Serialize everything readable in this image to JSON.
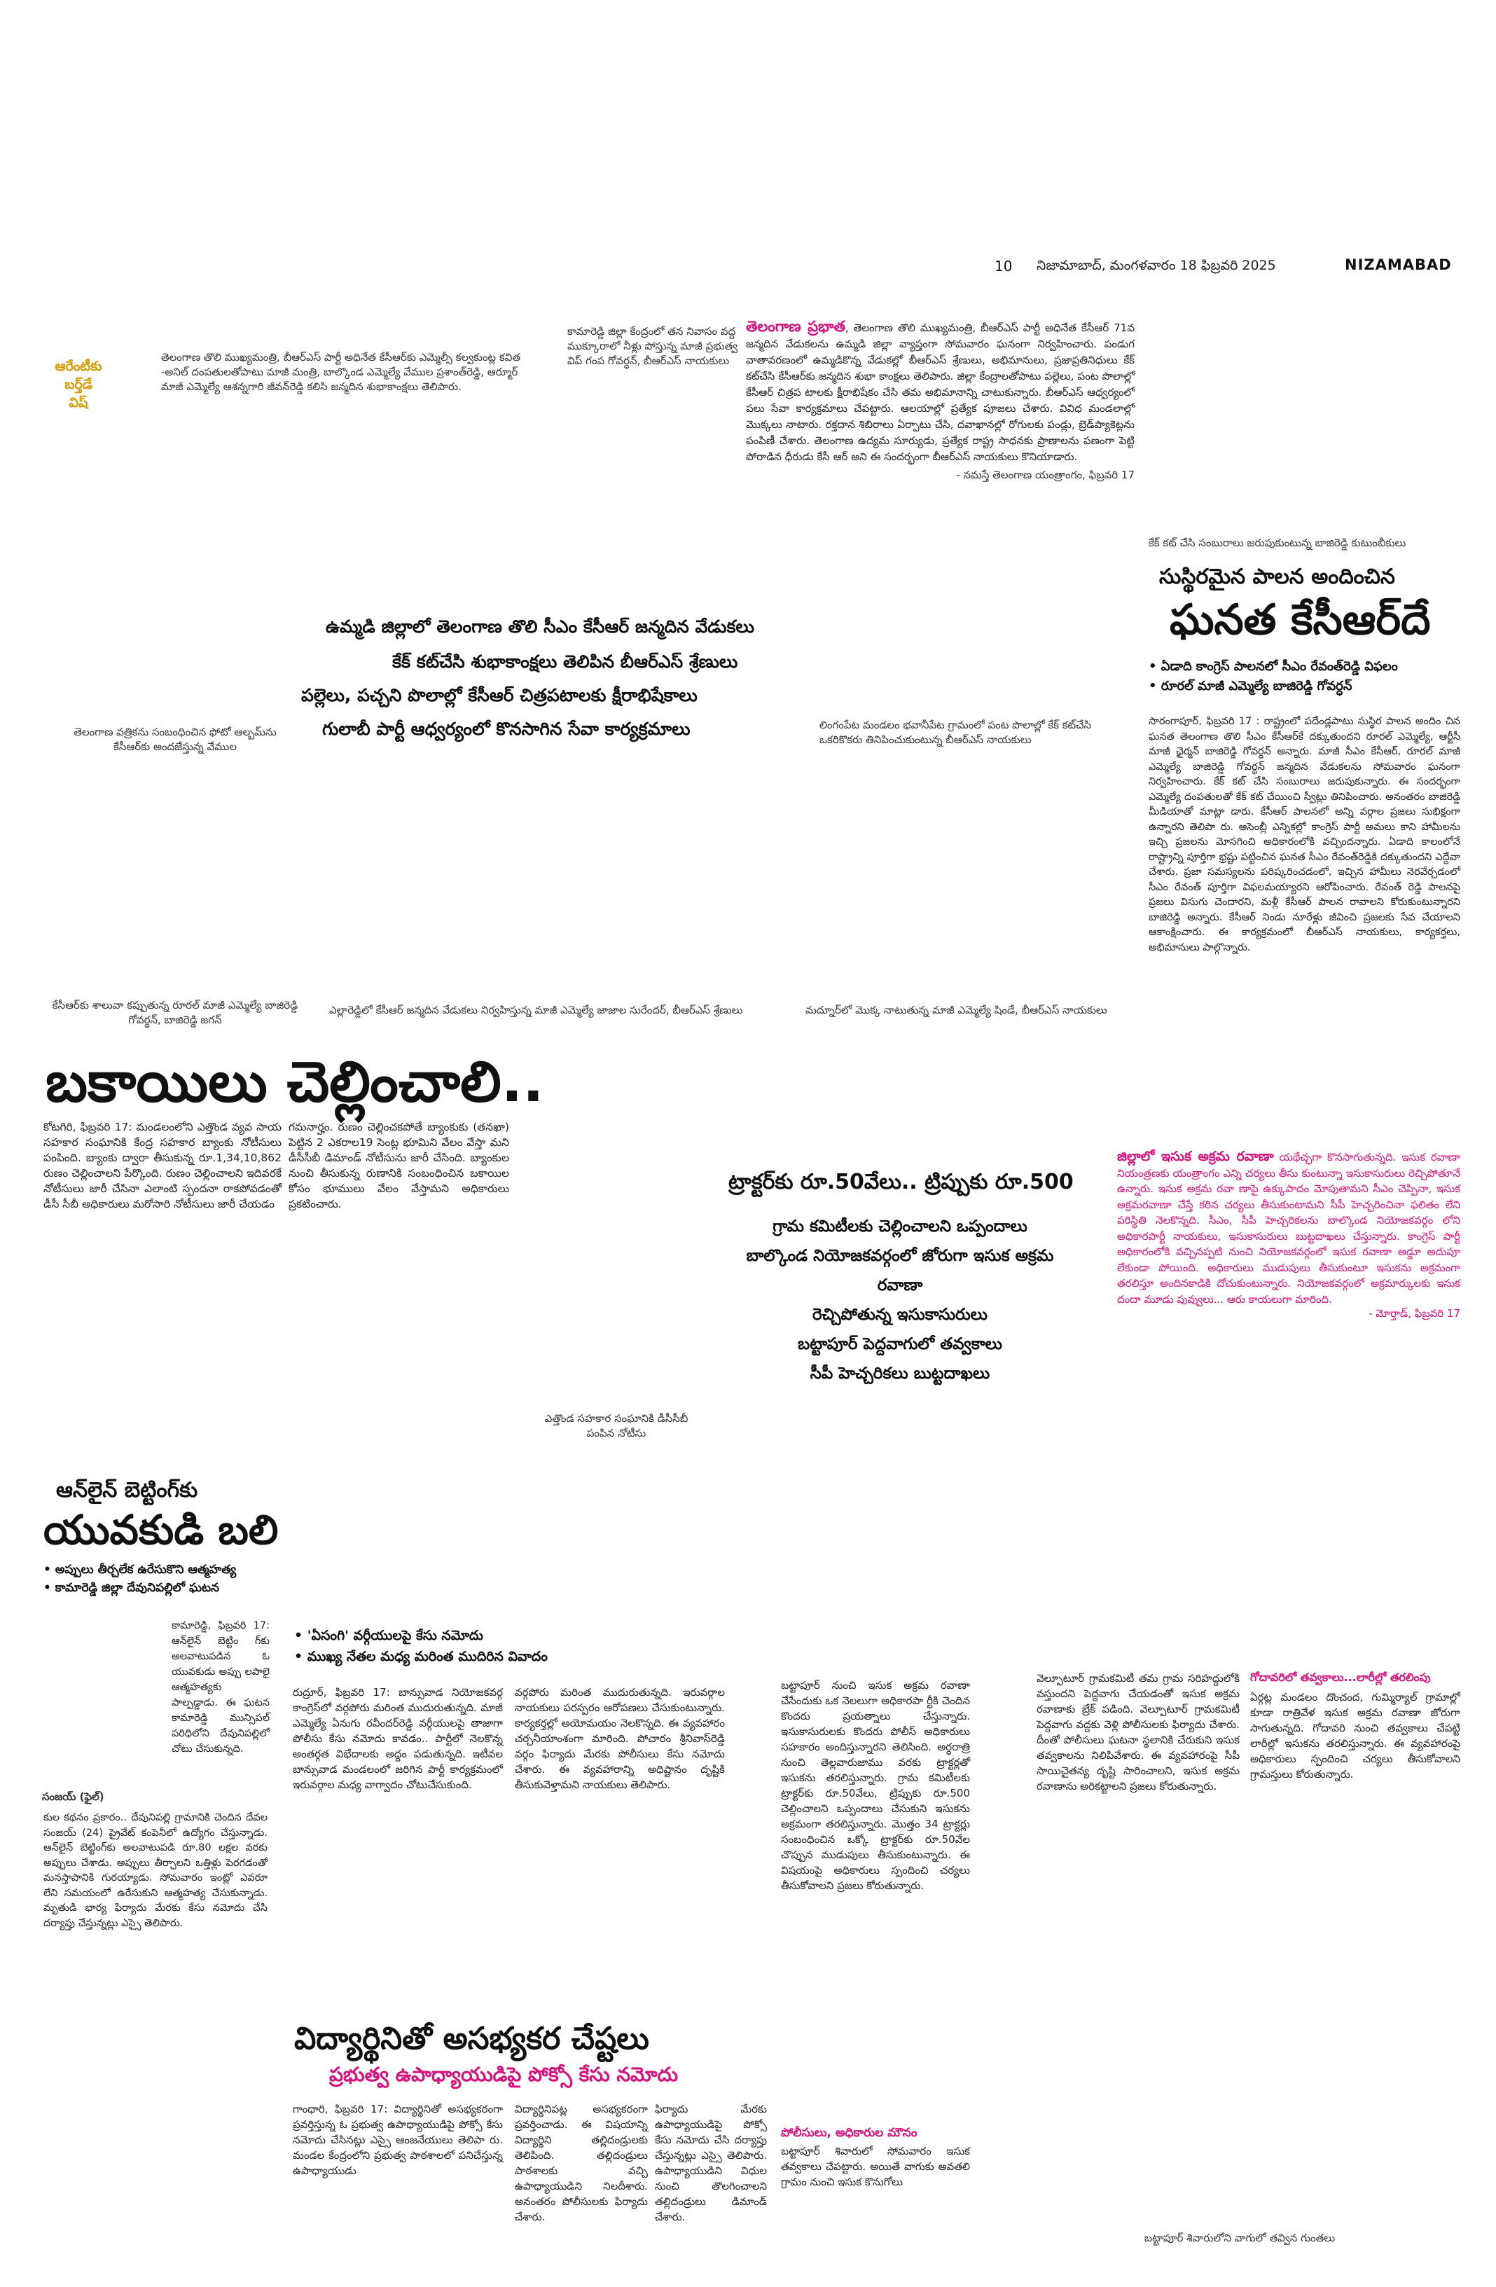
{
  "header": {
    "page_no": "10",
    "dateline": "నిజామాబాద్, మంగళవారం 18 ఫిబ్రవరి 2025",
    "edition": "NIZAMABAD"
  },
  "left_logo": {
    "line1": "ఆరేంటీకు",
    "line2": "బర్త్‌డే",
    "line3": "విష్"
  },
  "top_captions": {
    "cap_left": "తెలంగాణ తొలి ముఖ్యమంత్రి, బీఆర్ఎస్ పార్టీ అధినేత కేసీఆర్‌కు ఎమ్మెల్సీ కల్వకుంట్ల కవిత -అనిల్ దంపతులతోపాటు మాజీ మంత్రి, బాల్కొండ ఎమ్మెల్యే వేముల ప్రశాంత్‌రెడ్డి, ఆర్మూర్ మాజీ ఎమ్మెల్యే ఆశన్నగారి జీవన్‌రెడ్డి కలిసి జన్మదిన శుభాకాంక్షలు తెలిపారు.",
    "cap_mid": "కామారెడ్డి జిల్లా కేంద్రంలో తన నివాసం వద్ద ముక్కూరాలో నీళ్లు పోస్తున్న మాజీ ప్రభుత్వ విప్ గంప గోవర్ధన్, బీఆర్ఎస్ నాయకులు"
  },
  "telangana_box": {
    "label": "తెలంగాణ ప్రభాత",
    "body": "తెలంగాణ తొలి ముఖ్యమంత్రి, బీఆర్ఎస్ పార్టీ అధినేత కేసీఆర్ 71వ జన్మదిన వేడుకలను ఉమ్మడి జిల్లా వ్యాప్తంగా సోమవారం ఘనంగా నిర్వహించారు. పండుగ వాతావరణంలో ఉమ్మడికొన్న వేడుకల్లో బీఆర్ఎస్ శ్రేణులు, అభిమానులు, ప్రజాప్రతినిధులు కేక్ కట్‌చేసి కేసీఆర్‌కు జన్మదిన శుభా కాంక్షలు తెలిపారు. జిల్లా కేంద్రాలతోపాటు పల్లెలు, పంట పొలాల్లో కేసీఆర్ చిత్రప టాలకు క్షీరాభిషేకం చేసి తమ అభిమానాన్ని చాటుకున్నారు. బీఆర్ఎస్ ఆధ్వర్యంలో పలు సేవా కార్యక్రమాలు చేపట్టారు. ఆలయాల్లో ప్రత్యేక పూజలు చేశారు. వివిధ మండలాల్లో మొక్కలు నాటారు. రక్తదాన శిబిరాలు ఏర్పాటు చేసి, దవాఖానల్లో రోగులకు పండ్లు, బ్రెడ్‌ప్యాకెట్లను పంపిణీ చేశారు. తెలంగాణ ఉద్యమ సూర్యుడు, ప్రత్యేక రాష్ట్ర సాధనకు ప్రాణాలను పణంగా పెట్టి పోరాడిన ధీరుడు కేసీ ఆర్ అని ఈ సందర్భంగా బీఆర్ఎస్ నాయకులు కొనియాడారు.",
    "credit": "- నమస్తే తెలంగాణ యంత్రాంగం, ఫిబ్రవరి 17"
  },
  "birthday_headlines": {
    "kicker": "ఉమ్మడి జిల్లాలో తెలంగాణ తొలి సీఎం కేసీఆర్ జన్మదిన వేడుకలు",
    "line1": "కేక్ కట్‌చేసి శుభాకాంక్షలు తెలిపిన బీఆర్ఎస్ శ్రేణులు",
    "line2": "పల్లెలు, పచ్చని పొలాల్లో కేసీఆర్ చిత్రపటాలకు క్షీరాభిషేకాలు",
    "line3": "గులాబీ పార్టీ ఆధ్వర్యంలో కొనసాగిన సేవా కార్యక్రమాలు"
  },
  "photo_captions": {
    "c1": "తెలంగాణ వత్రికను సంబంధించిన ఫోటో ఆల్బమ్‌ను కేసీఆర్‌కు అందజేస్తున్న వేముల",
    "c2": "లింగంపేట మండలం భవానీపేట గ్రామంలో పంట పొలాల్లో కేక్ కట్‌చేసి ఒకరికొకరు తినిపించుకుంటున్న బీఆర్ఎస్ నాయకులు",
    "c3": "కేసీఆర్‌కు శాలువా కప్పుతున్న రూరల్ మాజీ ఎమ్మెల్యే బాజిరెడ్డి గోవర్ధన్, బాజిరెడ్డి జగన్",
    "c4": "ఎల్లారెడ్డిలో కేసీఆర్ జన్మదిన వేడుకలు నిర్వహిస్తున్న మాజీ ఎమ్మెల్యే జాజాల సురేందర్, బీఆర్ఎస్ శ్రేణులు",
    "c5": "మద్నూర్‌లో మొక్క నాటుతున్న మాజీ ఎమ్మెల్యే షిండే, బీఆర్ఎస్ నాయకులు"
  },
  "kcr_story": {
    "cap": "కేక్ కట్ చేసి సంబురాలు జరుపుకుంటున్న బాజిరెడ్డి కుటుంబీకులు",
    "kicker": "సుస్థిరమైన పాలన అందించిన",
    "headline": "ఘనత కేసీఆర్‌దే",
    "bullets": [
      "ఏడాది కాంగ్రెస్ పాలనలో సీఎం రేవంత్‌రెడ్డి విఫలం",
      "రూరల్ మాజీ ఎమ్మెల్యే బాజిరెడ్డి గోవర్ధన్"
    ],
    "body": "సారంగాపూర్, ఫిబ్రవరి 17 : రాష్ట్రంలో పదేండ్లపాటు సుస్థిర పాలన అందిం చిన ఘనత తెలంగాణ తొలి సీఎం కేసీఆర్‌కే దక్కుతుందని రూరల్ ఎమ్మెల్యే, ఆర్టీసీ మాజీ ఛైర్మన్ బాజిరెడ్డి గోవర్ధన్ అన్నారు. మాజీ సీఎం కేసీఆర్, రూరల్ మాజీ ఎమ్మెల్యే బాజిరెడ్డి గోవర్ధన్ జన్మదిన వేడుకలను సోమవారం ఘనంగా నిర్వహించారు. కేక్ కట్ చేసి సంబురాలు జరుపుకున్నారు. ఈ సందర్భంగా ఎమ్మెల్యే దంపతులతో కేక్ కట్ చేయించి స్వీట్లు తినిపించారు. అనంతరం బాజిరెడ్డి మీడియాతో మాట్లా డారు. కేసీఆర్ పాలనలో అన్ని వర్గాల ప్రజలు సుభిక్షంగా ఉన్నారని తెలిపా రు. అసెంబ్లీ ఎన్నికల్లో కాంగ్రెస్ పార్టీ అమలు కాని హామీలను ఇచ్చి ప్రజలను మోసగించి అధికారంలోకి వచ్చిందన్నారు. ఏడాది కాలంలోనే రాష్ట్రాన్ని పూర్తిగా భ్రష్టు పట్టించిన ఘనత సీఎం రేవంత్‌రెడ్డికి దక్కుతుందని ఎద్దేవా చేశారు. ప్రజా సమస్యలను పరిష్కరించడంలో, ఇచ్చిన హామీలు నెరవేర్చడంలో సీఎం రేవంత్ పూర్తిగా విఫలమయ్యారని ఆరోపించారు. రేవంత్ రెడ్డి పాలనపై ప్రజలు విసుగు చెందారని, మళ్లీ కేసీఆర్ పాలన రావాలని కోరుకుంటున్నారని బాజిరెడ్డి అన్నారు. కేసీఆర్ నిండు నూరేళ్లు జీవించి ప్రజలకు సేవ చేయాలని ఆకాంక్షించారు. ఈ కార్యక్రమంలో బీఆర్ఎస్ నాయకులు, కార్యకర్తలు, అభిమానులు పాల్గొన్నారు."
  },
  "bakayilu": {
    "headline": "బకాయిలు చెల్లించాలి..",
    "col1": "కోటగిరి, ఫిబ్రవరి 17: మండలంలోని ఎత్తొండ వ్యవ సాయ సహకార సంఘానికి కేంద్ర సహకార బ్యాంకు నోటీసులు పంపింది. బ్యాంకు ద్వారా తీసుకున్న రూ.1,34,10,862 రుణం చెల్లించాలని పేర్కొంది. రుణం చెల్లించాలని ఇదివరకే నోటీసులు జారీ చేసినా ఎలాంటి స్పందనా రాకపోవడంతో డీసీ సీబీ అధికారులు మరోసారి నోటీసులు జారీ చేయడం",
    "col2": "గమనార్హం. రుణం చెల్లించకపోతే బ్యాంకుకు (తనఖా) పెట్టిన 2 ఎకరాల19 సెంట్ల భూమిని వేలం వేస్తా మని డీసీసీబీ డిమాండ్ నోటీసును జారీ చేసింది. బ్యాంకుల నుంచి తీసుకున్న రుణానికి సంబంధించిన బకాయిల కోసం భూములు వేలం వేస్తామని అధికారులు ప్రకటించారు.",
    "photo_cap": "ఎత్తొండ సహకార సంఘానికి డీసీసీబీ పంపిన నోటీసు"
  },
  "sand": {
    "top": "ట్రాక్టర్‌కు రూ.50వేలు.. ట్రిప్పుకు రూ.500",
    "line1": "గ్రామ కమిటీలకు చెల్లించాలని ఒప్పందాలు",
    "line2": "బాల్కొండ నియోజకవర్గంలో జోరుగా ఇసుక అక్రమ రవాణా",
    "line3": "రెచ్చిపోతున్న ఇసుకాసురులు",
    "line4": "బట్టాపూర్ పెద్దవాగులో తవ్వకాలు",
    "line5": "సీపీ హెచ్చరికలు బుట్టదాఖలు",
    "box_label": "జిల్లాలో ఇసుక అక్రమ రవాణా",
    "box_body": "యథేచ్ఛగా కొనసాగుతున్నది. ఇసుక రవాణా నియంత్రణకు యంత్రాంగం ఎన్ని చర్యలు తీసు కుంటున్నా ఇసుకాసురులు రెచ్చిపోతూనే ఉన్నారు. ఇసుక అక్రమ రవా ణాపై ఉక్కుపాదం మోపుతామని సీఎం చెప్పినా, ఇసుక అక్రమరవాణా చేస్తే కఠిన చర్యలు తీసుకుంటామని సీపీ హెచ్చరించినా ఫలితం లేని పరిస్థితి నెలకొన్నది. సీఎం, సీపీ హెచ్చరికలను బాల్కొండ నియోజకవర్గం లోని అధికారపార్టీ నాయకులు, ఇసుకాసురులు బుట్టదాఖలు చేస్తున్నారు. కాంగ్రెస్ పార్టీ అధికారంలోకి వచ్చినప్పటి నుంచి నియోజకవర్గంలో ఇసుక రవాణా అడ్డూ అదుపూ లేకుండా పోయింది. అధికారులు ముడుపులు తీసుకుంటూ ఇసుకను అక్రమంగా తరలిస్తూ అందినకాడికి దోచుకుంటున్నారు. నియోజకవర్గంలో అక్రమార్కులకు ఇసుక దందా మూడు పువ్వులు... ఆరు కాయలుగా మారింది.",
    "box_credit": "- మోర్తాడ్, ఫిబ్రవరి 17",
    "col1": "బట్టాపూర్ నుంచి ఇసుక అక్రమ రవాణా చేసేందుకు ఒక నెలలుగా అధికారపా ర్టీకి చెందిన కొందరు ప్రయత్నాలు చేస్తున్నారు. ఇసుకాసురులకు కొందరు పోలీస్ అధికారులు సహకారం అందిస్తున్నారని తెలిసింది. అర్ధరాత్రి నుంచి తెల్లవారుజాము వరకు ట్రాక్టర్లతో ఇసుకను తరలిస్తున్నారు. గ్రామ కమిటీలకు ట్రాక్టర్‌కు రూ.50వేలు, ట్రిప్పుకు రూ.500 చెల్లించాలని ఒప్పందాలు చేసుకుని ఇసుకను అక్రమంగా తరలిస్తున్నారు. మొత్తం 34 ట్రాక్టర్లు సంబంధించిన ఒక్కో ట్రాక్టర్‌కు రూ.50వేల చొప్పున ముడుపులు తీసుకుంటున్నారు. ఈ విషయంపై అధికారులు స్పందించి చర్యలు తీసుకోవాలని ప్రజలు కోరుతున్నారు.",
    "subhead": "పోలీసులు, అధికారుల మౌనం",
    "col1b": "బట్టాపూర్ శివారులో సోమవారం ఇసుక తవ్వకాలు చేపట్టారు. అయితే వాగుకు అవతలి గ్రామం నుంచి ఇసుక కొనుగోలు",
    "col2": "వెల్పూటూర్ గ్రామకమిటీ తమ గ్రామ సరిహద్దులోకి వస్తుందని పెద్దవాగు చేయడంతో ఇసుక అక్రమ రవాణాకు బ్రేక్ పడింది. వెల్పూటూర్ గ్రామకమిటీ పెద్దవాగు వద్దకు వెళ్లి పోలీసులకు ఫిర్యాదు చేశారు. దీంతో పోలీసులు ఘటనా స్థలానికి చేరుకుని ఇసుక తవ్వకాలను నిలిపివేశారు. ఈ వ్యవహారంపై సీపీ సాయిచైతన్య దృష్టి సారించాలని, ఇసుక అక్రమ రవాణాను అరికట్టాలని ప్రజలు కోరుతున్నారు.",
    "col3_head": "గోదావరిలో తవ్వకాలు...లారీల్లో తరలింపు",
    "col3": "ఏర్గట్ల మండలం దొంచంద, గుమ్మిర్యాల్ గ్రామాల్లో కూడా రాత్రివేళ ఇసుక అక్రమ రవాణా జోరుగా సాగుతున్నది. గోదావరి నుంచి తవ్వకాలు చేపట్టి లారీల్లో ఇసుకను తరలిస్తున్నారు. ఈ వ్యవహారంపై అధికారులు స్పందించి చర్యలు తీసుకోవాలని గ్రామస్తులు కోరుతున్నారు.",
    "photo_cap": "బట్టాపూర్ శివారులోని వాగులో తవ్విన గుంతలు"
  },
  "betting": {
    "kicker": "ఆన్‌లైన్ బెట్టింగ్‌కు",
    "headline": "యువకుడి బలి",
    "bullets": [
      "అప్పులు తీర్చలేక ఉరేసుకొని ఆత్మహత్య",
      "కామారెడ్డి జిల్లా దేవునిపల్లిలో ఘటన"
    ],
    "lead": "కామారెడ్డి, ఫిబ్రవరి 17: ఆన్‌లైన్ బెట్టిం గ్‌కు అలవాటుపడిన ఓ యువకుడు అప్పు లపాలై ఆత్మహత్యకు పాల్పడ్డాడు. ఈ ఘటన కామారెడ్డి మున్సిపల్ పరిధిలోని దేవునిపల్లిలో చోటు చేసుకున్నది.",
    "photo_cap": "సంజయ్ (ఫైల్)",
    "body": "కుల కథనం ప్రకారం.. దేవునిపల్లి గ్రామానికి చెందిన దేవల సంజయ్ (24) ప్రైవేట్ కంపెనీలో ఉద్యోగం చేస్తున్నాడు. ఆన్‌లైన్ బెట్టింగ్‌కు అలవాటుపడి రూ.80 లక్షల వరకు అప్పులు చేశాడు. అప్పులు తీర్చాలని ఒత్తిళ్లు పెరగడంతో మనస్తాపానికి గురయ్యాడు. సోమవారం ఇంట్లో ఎవరూ లేని సమయంలో ఉరేసుకుని ఆత్మహత్య చేసుకున్నాడు. మృతుడి భార్య ఫిర్యాదు మేరకు కేసు నమోదు చేసి దర్యాప్తు చేస్తున్నట్లు ఎస్సై తెలిపారు."
  },
  "yesangi": {
    "bullets": [
      "'ఏసంగి' వర్గీయులపై కేసు నమోదు",
      "ముఖ్య నేతల మధ్య మరింత ముదిరిన వివాదం"
    ],
    "col1": "రుద్రూర్, ఫిబ్రవరి 17: బాన్సువాడ నియోజకవర్గ కాంగ్రెస్‌లో వర్గపోరు మరింత ముదురుతున్నది. మాజీ ఎమ్మెల్యే ఏనుగు రవీందర్‌రెడ్డి వర్గీయులపై తాజాగా పోలీసు కేసు నమోదు కావడం.. పార్టీలో నెలకొన్న అంతర్గత విభేదాలకు అద్దం పడుతున్నది. ఇటీవల బాన్సువాడ మండలంలో జరిగిన పార్టీ కార్యక్రమంలో ఇరువర్గాల మధ్య వాగ్వాదం చోటుచేసుకుంది.",
    "col2": "వర్గపోరు మరింత ముదురుతున్నది. ఇరువర్గాల నాయకులు పరస్పరం ఆరోపణలు చేసుకుంటున్నారు. కార్యకర్తల్లో అయోమయం నెలకొన్నది. ఈ వ్యవహారం చర్చనీయాంశంగా మారింది. పోచారం శ్రీనివాస్‌రెడ్డి వర్గం ఫిర్యాదు మేరకు పోలీసులు కేసు నమోదు చేశారు. ఈ వ్యవహారాన్ని అధిష్టానం దృష్టికి తీసుకువెళ్తామని నాయకులు తెలిపారు."
  },
  "teacher": {
    "headline": "విద్యార్థినితో అసభ్యకర చేష్టలు",
    "subhead": "ప్రభుత్వ ఉపాధ్యాయుడిపై పోక్సో కేసు నమోదు",
    "col1": "గాంధారి, ఫిబ్రవరి 17: విద్యార్థినితో అసభ్యకరంగా ప్రవర్తిస్తున్న ఓ ప్రభుత్వ ఉపాధ్యాయుడిపై పోక్సో కేసు నమోదు చేసినట్లు ఎస్సై ఆంజనేయులు తెలిపా రు. మండల కేంద్రంలోని ప్రభుత్వ పాఠశాలలో పనిచేస్తున్న ఉపాధ్యాయుడు",
    "col2": "విద్యార్థినిపట్ల అసభ్యకరంగా ప్రవర్తించాడు. ఈ విషయాన్ని విద్యార్థిని తల్లిదండ్రులకు తెలిపింది. తల్లిదండ్రులు పాఠశాలకు వచ్చి ఉపాధ్యాయుడిని నిలదీశారు. అనంతరం పోలీసులకు ఫిర్యాదు చేశారు.",
    "col3": "ఫిర్యాదు మేరకు ఉపాధ్యాయుడిపై పోక్సో కేసు నమోదు చేసి దర్యాప్తు చేస్తున్నట్లు ఎస్సై తెలిపారు. ఉపాధ్యాయుడిని విధుల నుంచి తొలగించాలని తల్లిదండ్రులు డిమాండ్ చేశారు."
  }
}
